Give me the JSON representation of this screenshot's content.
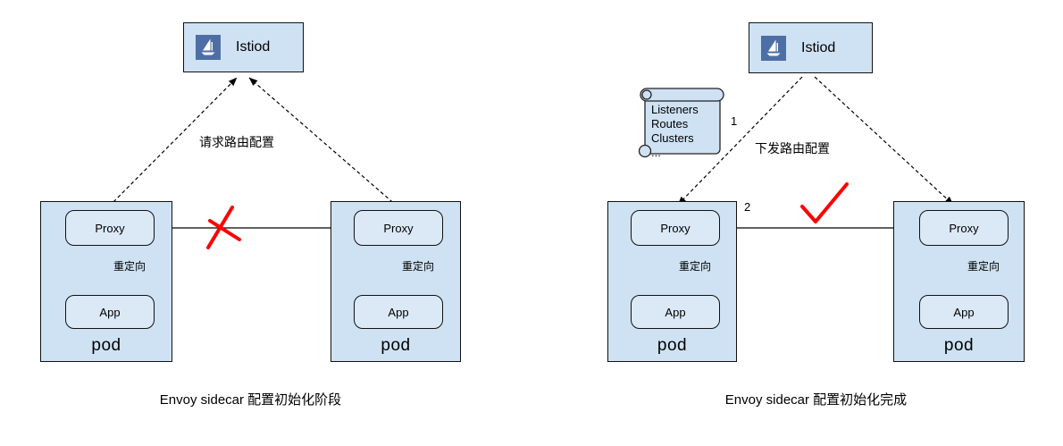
{
  "colors": {
    "node_fill": "#cfe2f3",
    "inner_box_fill": "#dbe9f7",
    "border": "#111111",
    "istio_logo_blue": "#4e6fa5",
    "annotation_red": "#ff0000",
    "line_black": "#000000"
  },
  "left": {
    "istiod": "Istiod",
    "request_label": "请求路由配置",
    "pods": [
      {
        "proxy": "Proxy",
        "redirect": "重定向",
        "app": "App",
        "pod": "pod"
      },
      {
        "proxy": "Proxy",
        "redirect": "重定向",
        "app": "App",
        "pod": "pod"
      }
    ],
    "caption": "Envoy sidecar 配置初始化阶段"
  },
  "right": {
    "istiod": "Istiod",
    "scroll": {
      "lines": [
        "Listeners",
        "Routes",
        "Clusters",
        "..."
      ]
    },
    "step1": "1",
    "push_label": "下发路由配置",
    "step2": "2",
    "pods": [
      {
        "proxy": "Proxy",
        "redirect": "重定向",
        "app": "App",
        "pod": "pod"
      },
      {
        "proxy": "Proxy",
        "redirect": "重定向",
        "app": "App",
        "pod": "pod"
      }
    ],
    "caption": "Envoy sidecar 配置初始化完成"
  }
}
